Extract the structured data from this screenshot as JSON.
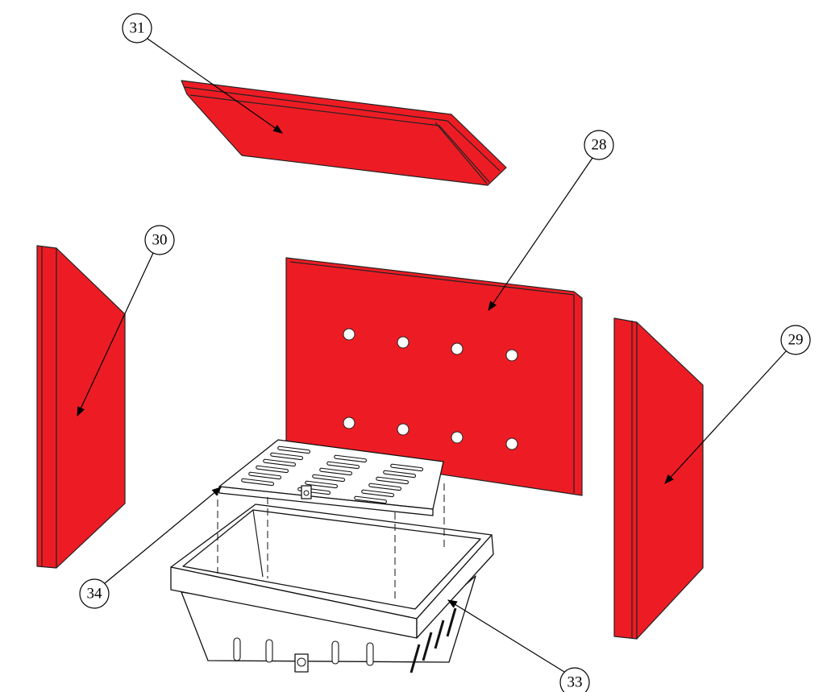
{
  "diagram": {
    "accent_color": "#ed1c24",
    "callouts": [
      {
        "id": "31",
        "label": "31"
      },
      {
        "id": "28",
        "label": "28"
      },
      {
        "id": "30",
        "label": "30"
      },
      {
        "id": "29",
        "label": "29"
      },
      {
        "id": "34",
        "label": "34"
      },
      {
        "id": "33",
        "label": "33"
      }
    ]
  }
}
